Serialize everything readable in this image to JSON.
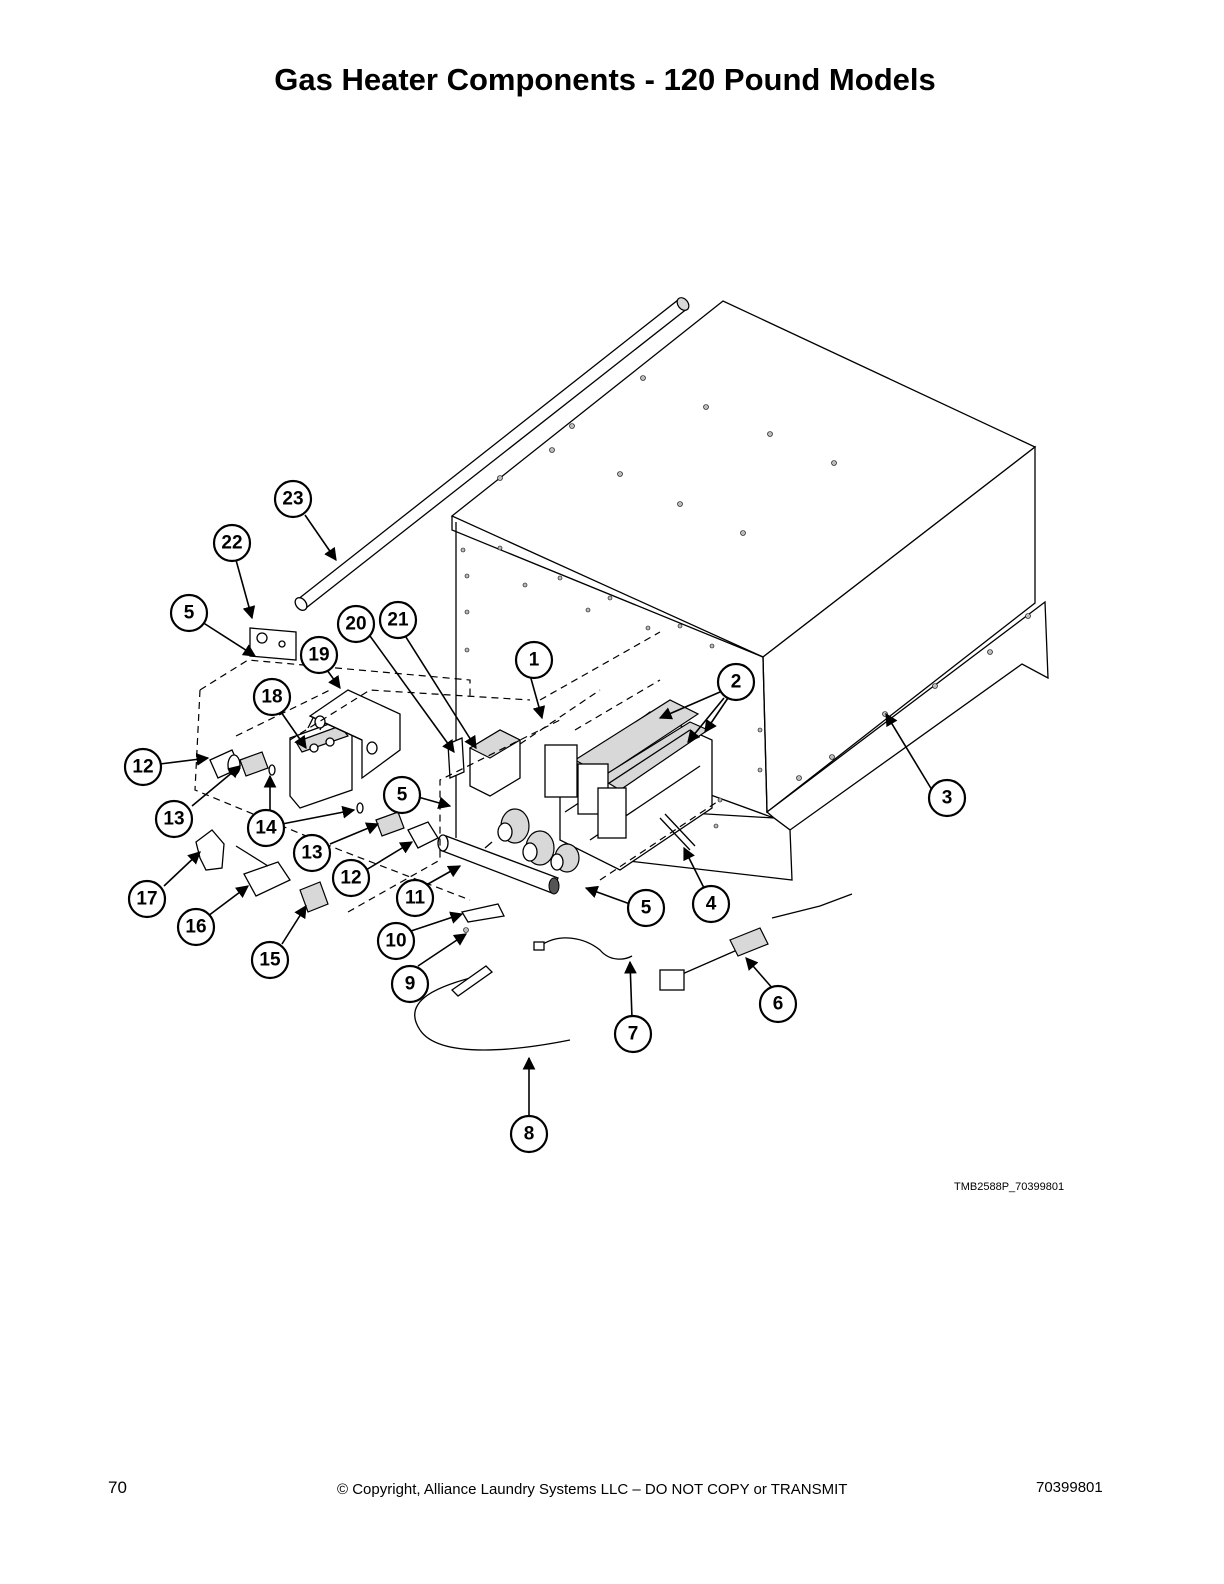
{
  "page": {
    "title": "Gas Heater Components - 120 Pound Models",
    "figure_id": "TMB2588P_70399801",
    "page_number": "70",
    "copyright": "© Copyright, Alliance Laundry Systems LLC – DO NOT COPY or TRANSMIT",
    "document_number": "70399801"
  },
  "callouts": [
    "1",
    "2",
    "3",
    "4",
    "5",
    "5",
    "5",
    "6",
    "7",
    "8",
    "9",
    "10",
    "11",
    "12",
    "12",
    "13",
    "13",
    "14",
    "15",
    "16",
    "17",
    "18",
    "19",
    "20",
    "21",
    "22",
    "23"
  ]
}
